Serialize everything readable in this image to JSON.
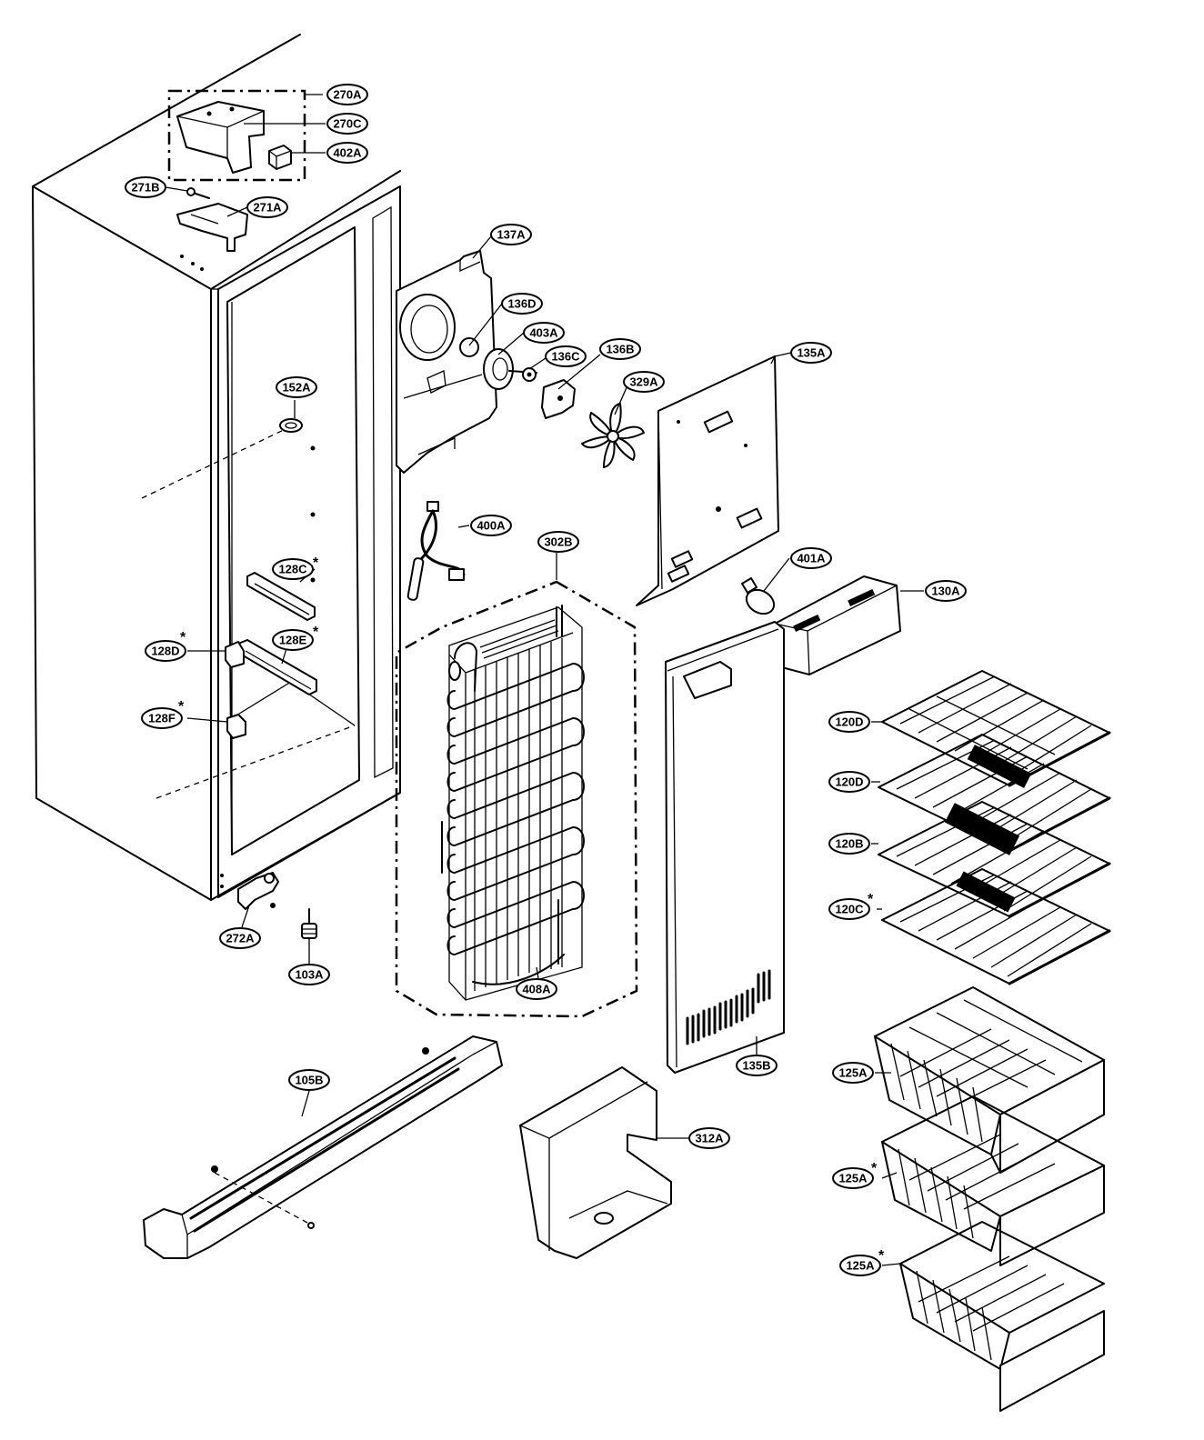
{
  "diagram": {
    "callouts": {
      "c270A": "270A",
      "c270C": "270C",
      "c402A": "402A",
      "c271B": "271B",
      "c271A": "271A",
      "c137A": "137A",
      "c136D": "136D",
      "c403A": "403A",
      "c136C": "136C",
      "c136B": "136B",
      "c135A": "135A",
      "c329A": "329A",
      "c152A": "152A",
      "c400A": "400A",
      "c302B": "302B",
      "c401A": "401A",
      "c130A": "130A",
      "c128C": "128C",
      "c128D": "128D",
      "c128E": "128E",
      "c128F": "128F",
      "c120D1": "120D",
      "c120D2": "120D",
      "c120B": "120B",
      "c120C": "120C",
      "c272A": "272A",
      "c103A": "103A",
      "c408A": "408A",
      "c135B": "135B",
      "c125A1": "125A",
      "c125A2": "125A",
      "c125A3": "125A",
      "c105B": "105B",
      "c312A": "312A"
    },
    "asterisk": "*"
  }
}
